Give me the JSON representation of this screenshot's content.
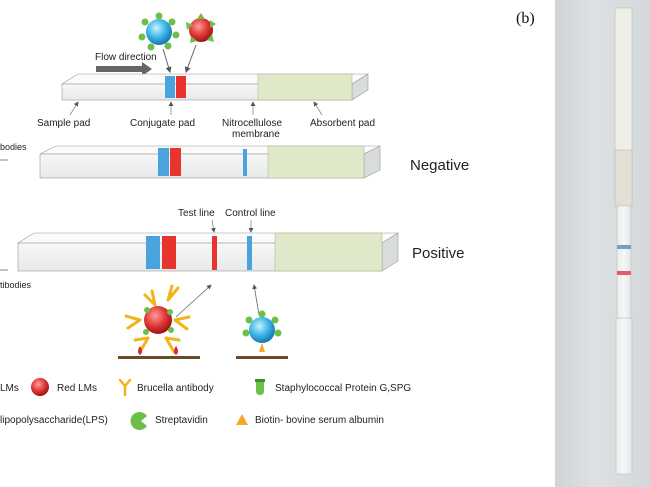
{
  "diagram": {
    "flow_direction": "Flow direction",
    "labels": {
      "sample_pad": "Sample pad",
      "conjugate_pad": "Conjugate pad",
      "nitrocellulose_1": "Nitrocellulose",
      "nitrocellulose_2": "membrane",
      "absorbent_pad": "Absorbent pad",
      "test_line": "Test line",
      "control_line": "Control line"
    },
    "left_cut_labels": {
      "negative_side": "bodies",
      "positive_side": "tibodies"
    },
    "results": {
      "negative": "Negative",
      "positive": "Positive"
    },
    "legend": {
      "blue_lms": "LMs",
      "red_lms": "Red LMs",
      "brucella_antibody": "Brucella antibody",
      "spg": "Staphylococcal Protein G,SPG",
      "lps": "lipopolysaccharide(LPS)",
      "streptavidin": "Streptavidin",
      "biotin_bsa": "Biotin- bovine serum albumin"
    },
    "colors": {
      "blue_band": "#4aa3dc",
      "red_band": "#e8332f",
      "absorbent": "#dfe8c8",
      "green": "#6cc04a",
      "antibody": "#f3b41b",
      "biotin": "#f4a72a"
    }
  },
  "photo": {
    "panel_label": "(b)"
  }
}
